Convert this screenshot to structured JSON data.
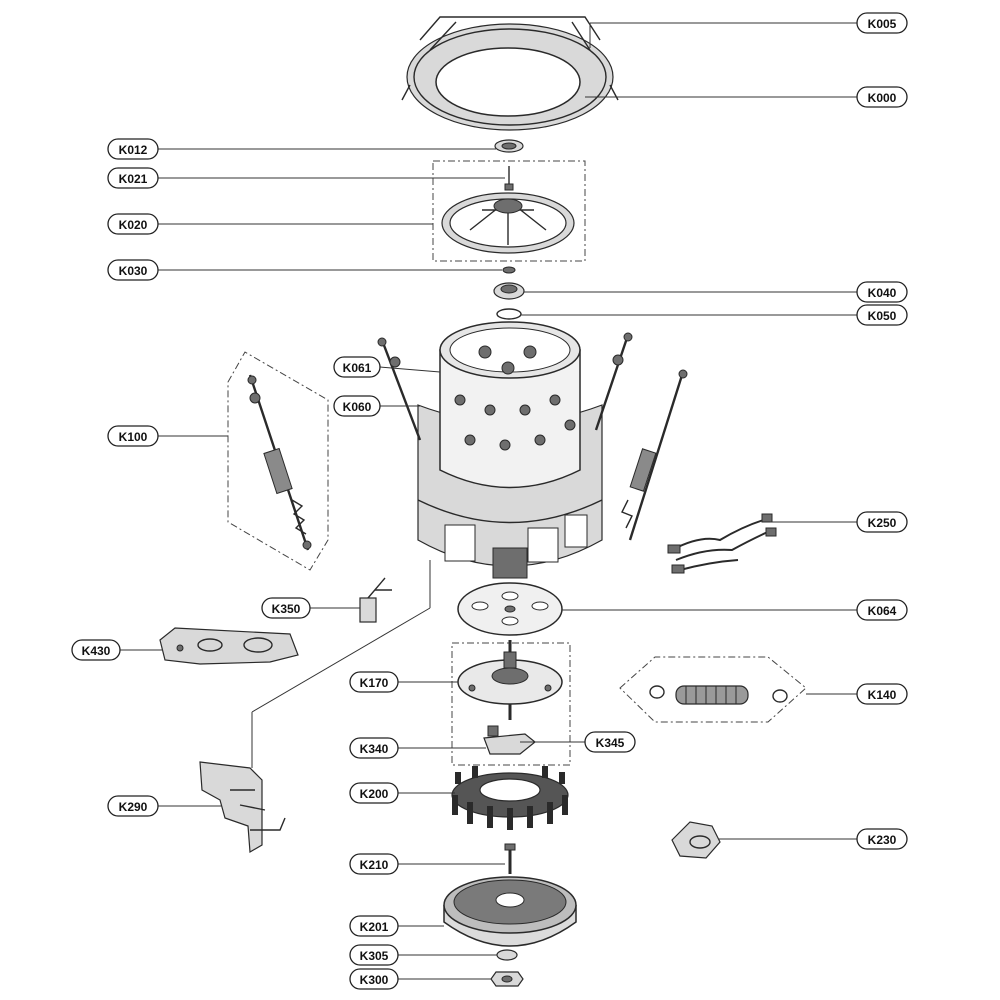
{
  "diagram": {
    "callouts": {
      "k005": "K005",
      "k000": "K000",
      "k012": "K012",
      "k021": "K021",
      "k020": "K020",
      "k030": "K030",
      "k040": "K040",
      "k050": "K050",
      "k061": "K061",
      "k060": "K060",
      "k100": "K100",
      "k250": "K250",
      "k350": "K350",
      "k064": "K064",
      "k430": "K430",
      "k170": "K170",
      "k140": "K140",
      "k340": "K340",
      "k345": "K345",
      "k200": "K200",
      "k290": "K290",
      "k230": "K230",
      "k210": "K210",
      "k201": "K201",
      "k305": "K305",
      "k300": "K300"
    }
  }
}
